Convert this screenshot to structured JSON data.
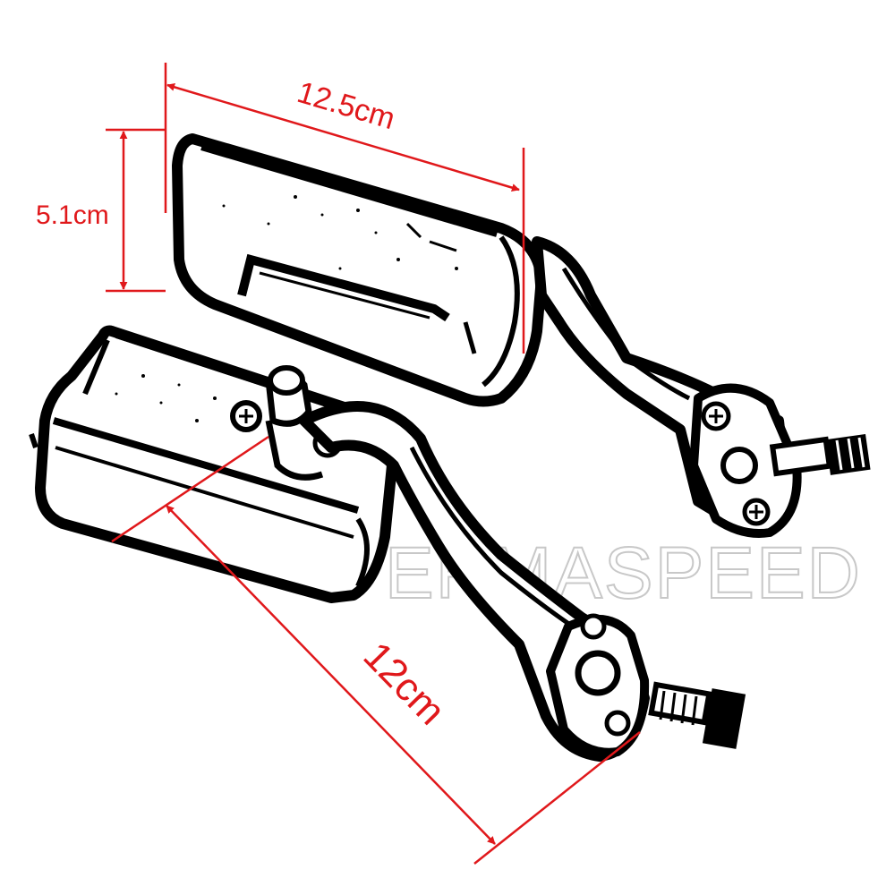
{
  "dimensions": {
    "top_length": "12.5cm",
    "height": "5.1cm",
    "bottom_length": "12cm"
  },
  "watermark": "ERMASPEED",
  "colors": {
    "dimension": "#e0181b",
    "ink": "#000000",
    "watermark": "#c8c8c8",
    "background": "#ffffff"
  }
}
